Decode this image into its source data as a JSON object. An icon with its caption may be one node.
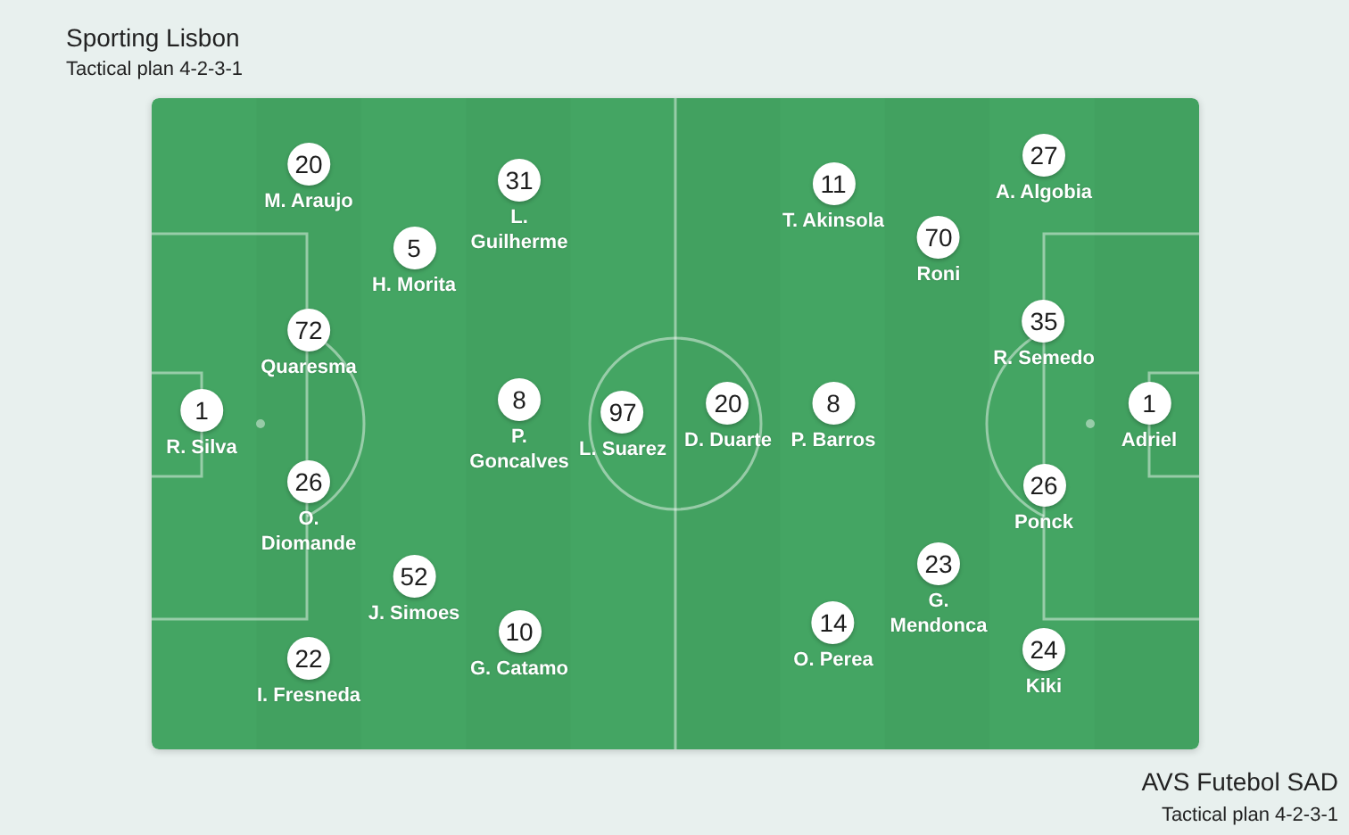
{
  "diagram": {
    "nodes": [
      {
        "text": [
          "1"
        ],
        "beside": [
          "R. Silva"
        ]
      },
      {
        "text": [
          "20"
        ],
        "beside": [
          "M. Araujo"
        ]
      },
      {
        "text": [
          "72"
        ],
        "beside": [
          "Quaresma"
        ]
      },
      {
        "text": [
          "26"
        ],
        "beside": [
          "O. Diomande"
        ]
      },
      {
        "text": [
          "22"
        ],
        "beside": [
          "I. Fresneda"
        ]
      },
      {
        "text": [
          "5"
        ],
        "beside": [
          "H. Morita"
        ]
      },
      {
        "text": [
          "52"
        ],
        "beside": [
          "J. Simoes"
        ]
      },
      {
        "text": [
          "31"
        ],
        "beside": [
          "L. Guilherme"
        ]
      },
      {
        "text": [
          "8"
        ],
        "beside": [
          "P. Goncalves"
        ]
      },
      {
        "text": [
          "10"
        ],
        "beside": [
          "G. Catamo"
        ]
      },
      {
        "text": [
          "97"
        ],
        "beside": [
          "L. Suarez"
        ]
      },
      {
        "text": [
          "20"
        ],
        "beside": [
          "D. Duarte"
        ]
      },
      {
        "text": [
          "11"
        ],
        "beside": [
          "T. Akinsola"
        ]
      },
      {
        "text": [
          "8"
        ],
        "beside": [
          "P. Barros"
        ]
      },
      {
        "text": [
          "14"
        ],
        "beside": [
          "O. Perea"
        ]
      },
      {
        "text": [
          "70"
        ],
        "beside": [
          "Roni"
        ]
      },
      {
        "text": [
          "23"
        ],
        "beside": [
          "G. Mendonca"
        ]
      },
      {
        "text": [
          "27"
        ],
        "beside": [
          "A. Algobia"
        ]
      },
      {
        "text": [
          "35"
        ],
        "beside": [
          "R. Semedo"
        ]
      },
      {
        "text": [
          "26"
        ],
        "beside": [
          "Ponck"
        ]
      },
      {
        "text": [
          "24"
        ],
        "beside": [
          "Kiki"
        ]
      },
      {
        "text": [
          "1"
        ],
        "beside": [
          "Adriel"
        ]
      }
    ],
    "labels": [
      "Sporting Lisbon",
      "Tactical plan 4-2-3-1",
      "AVS Futebol SAD",
      "Tactical plan 4-2-3-1"
    ]
  }
}
